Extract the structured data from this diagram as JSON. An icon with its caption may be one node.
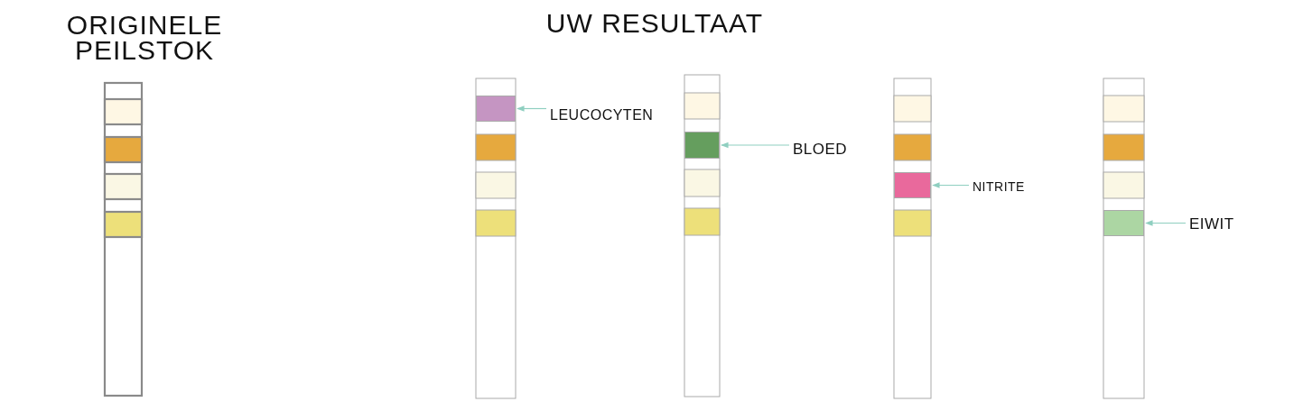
{
  "diagram": {
    "nodes": [
      {
        "text": [
          "LEUCOCYTEN"
        ]
      },
      {
        "text": [],
        "shape": "box"
      },
      {
        "text": [
          "BLOED"
        ]
      },
      {
        "text": [],
        "shape": "box"
      },
      {
        "text": [
          "NITRITE"
        ]
      },
      {
        "text": [],
        "shape": "box"
      },
      {
        "text": [
          "EIWIT"
        ]
      },
      {
        "text": [],
        "shape": "box"
      }
    ],
    "edges": [
      {
        "from": 0,
        "to": 1,
        "arrow": "to"
      },
      {
        "from": 2,
        "to": 3,
        "arrow": "to"
      },
      {
        "from": 4,
        "to": 5,
        "arrow": "to"
      },
      {
        "from": 6,
        "to": 7,
        "arrow": "to"
      }
    ],
    "labels": [
      "ORIGINELE PEILSTOK",
      "UW RESULTAAT"
    ]
  }
}
